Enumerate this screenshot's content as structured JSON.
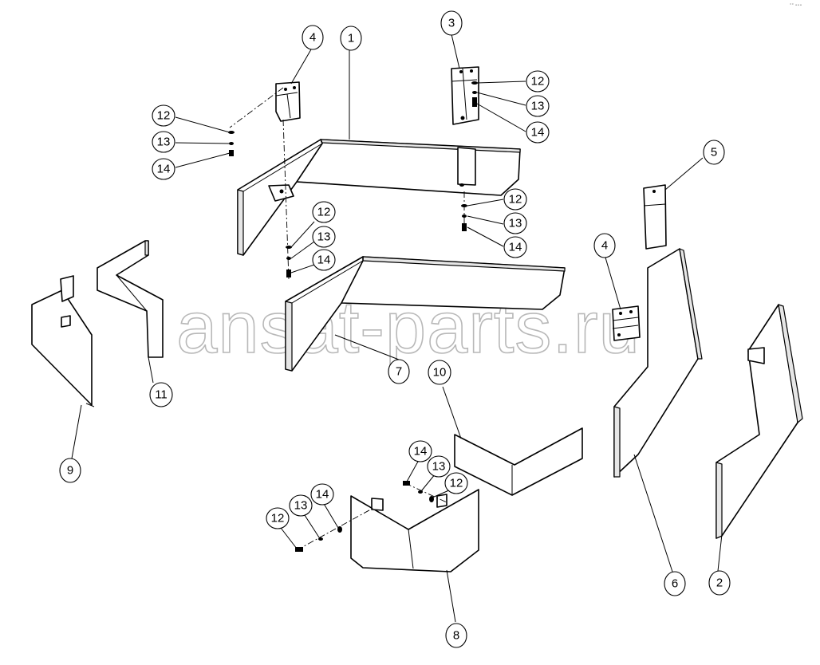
{
  "watermark": "ansat-parts.ru",
  "corner_mark": "°° •••",
  "callouts": [
    "1",
    "2",
    "3",
    "4",
    "4",
    "5",
    "6",
    "7",
    "8",
    "9",
    "10",
    "11",
    "12",
    "13",
    "14",
    "12",
    "13",
    "14",
    "12",
    "13",
    "14",
    "12",
    "13",
    "14",
    "12",
    "13",
    "14",
    "14",
    "13",
    "12"
  ]
}
